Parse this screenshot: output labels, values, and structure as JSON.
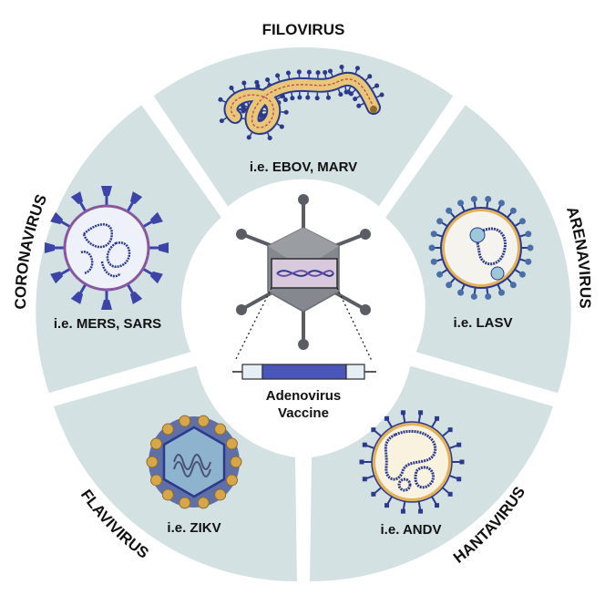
{
  "diagram": {
    "center": {
      "label_line1": "Adenovirus",
      "label_line2": "Vaccine",
      "icon": "adenovirus-icon"
    },
    "segments": [
      {
        "family": "FILOVIRUS",
        "example": "i.e. EBOV, MARV",
        "icon": "filovirus-icon"
      },
      {
        "family": "ARENAVIRUS",
        "example": "i.e. LASV",
        "icon": "arenavirus-icon"
      },
      {
        "family": "HANTAVIRUS",
        "example": "i.e. ANDV",
        "icon": "hantavirus-icon"
      },
      {
        "family": "FLAVIVIRUS",
        "example": "i.e. ZIKV",
        "icon": "flavivirus-icon"
      },
      {
        "family": "CORONAVIRUS",
        "example": "i.e. MERS, SARS",
        "icon": "coronavirus-icon"
      }
    ],
    "colors": {
      "segment_fill": "#d4e1e3",
      "virus_blue": "#2c3a8c",
      "filo_tan": "#e8c77a",
      "capsid_grey": "#7d8086",
      "cassette_blue": "#4a57b8"
    }
  }
}
